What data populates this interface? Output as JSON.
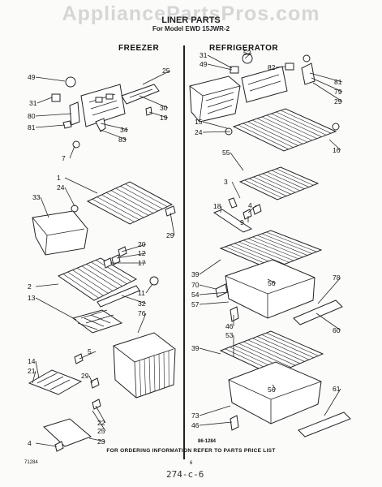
{
  "watermark": "AppliancePartsPros.com",
  "header": {
    "title": "LINER PARTS",
    "model": "For Model EWD 15JWR-2"
  },
  "sections": {
    "freezer": "FREEZER",
    "refrigerator": "REFRIGERATOR"
  },
  "footer": {
    "note": "FOR ORDERING INFORMATION REFER TO PARTS PRICE LIST",
    "diagram_code": "86-1284",
    "page_number": "6",
    "corner_code": "71284",
    "handwritten": "274-c-6"
  },
  "callouts": {
    "freezer": [
      "49",
      "25",
      "31",
      "30",
      "80",
      "34",
      "19",
      "81",
      "83",
      "7",
      "1",
      "24",
      "33",
      "29",
      "20",
      "12",
      "17",
      "2",
      "11",
      "32",
      "76",
      "13",
      "5",
      "14",
      "21",
      "29",
      "22",
      "25",
      "23",
      "4"
    ],
    "refrigerator": [
      "31",
      "49",
      "52",
      "82",
      "81",
      "79",
      "29",
      "15",
      "24",
      "16",
      "55",
      "3",
      "4",
      "18",
      "9",
      "39",
      "70",
      "56",
      "78",
      "54",
      "57",
      "46",
      "60",
      "39",
      "53",
      "56",
      "73",
      "61",
      "46"
    ]
  },
  "colors": {
    "ink": "#222222",
    "paper": "#fbfbfa",
    "watermark": "#d6d6d6"
  }
}
